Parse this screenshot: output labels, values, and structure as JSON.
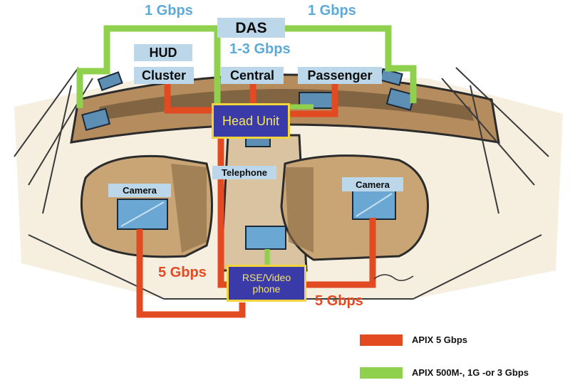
{
  "speeds": {
    "das_left": "1 Gbps",
    "das_right": "1 Gbps",
    "das_central": "1-3 Gbps",
    "left_camera": "5 Gbps",
    "right_camera": "5 Gbps"
  },
  "labels": {
    "das": "DAS",
    "hud": "HUD",
    "cluster": "Cluster",
    "central": "Central",
    "passenger": "Passenger",
    "telephone": "Telephone",
    "camera_left": "Camera",
    "camera_right": "Camera"
  },
  "nodes": {
    "head_unit": "Head Unit",
    "rse_line1": "RSE/Video",
    "rse_line2": "phone"
  },
  "legend": [
    {
      "label": "APIX 5 Gbps",
      "color": "#e24a22"
    },
    {
      "label": "APIX 500M-, 1G -or 3 Gbps",
      "color": "#8fd04c"
    }
  ],
  "colors": {
    "apix_5g": "#e24a22",
    "apix_low": "#8fd04c",
    "label_bg": "#bcd7ea",
    "node_bg": "#3a3aa8",
    "node_border": "#f2d53c",
    "speed_blue": "#5da9d9"
  }
}
